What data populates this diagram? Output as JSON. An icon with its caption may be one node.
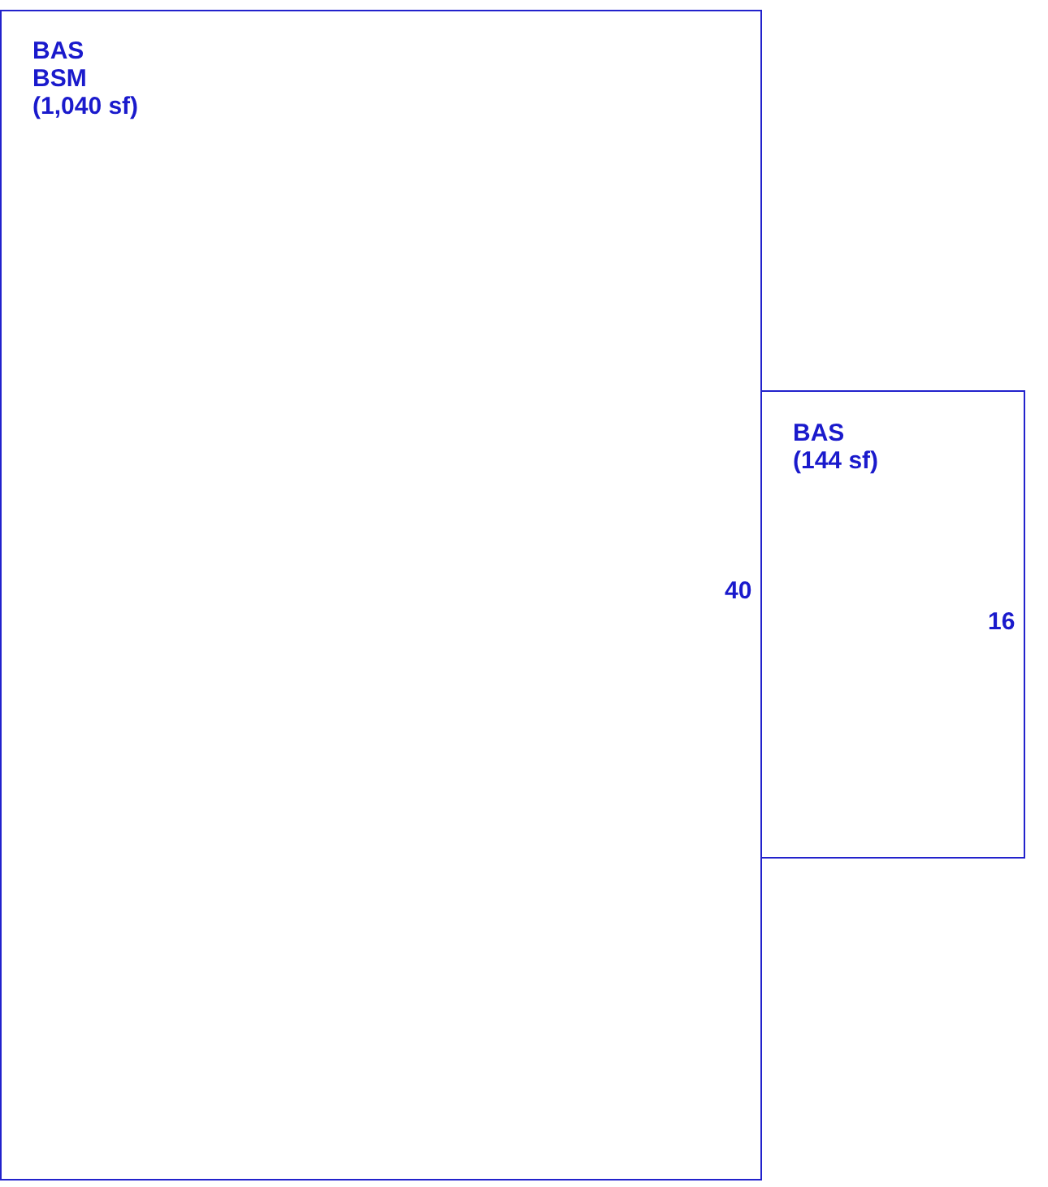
{
  "diagram": {
    "nodes": [
      {
        "text": [
          "BAS",
          "BSM",
          "(1,040 sf)"
        ]
      },
      {
        "text": [
          "BAS",
          "(144 sf)"
        ]
      }
    ],
    "edges": [],
    "labels": [
      "40",
      "16"
    ]
  }
}
